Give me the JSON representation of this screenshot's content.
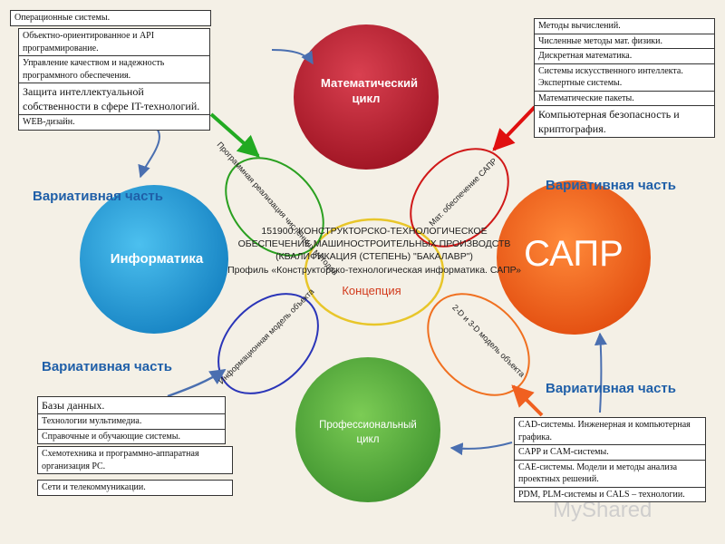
{
  "circles": {
    "math": "Математический цикл",
    "informatics": "Информатика",
    "sapr": "САПР",
    "professional": "Профессиональный цикл"
  },
  "ovals": {
    "software": "Программная реализация численных методов",
    "math_support": "Мат. обеспечение САПР",
    "info_model": "Информационная модель объекта",
    "model_2d3d": "2-D и 3-D модель объекта"
  },
  "center": {
    "line1": "151900. КОНСТРУКТОРСКО-ТЕХНОЛОГИЧЕСКОЕ",
    "line2": "ОБЕСПЕЧЕНИЕ МАШИНОСТРОИТЕЛЬНЫХ ПРОИЗВОДСТВ",
    "line3": "(КВАЛИФИКАЦИЯ (СТЕПЕНЬ) \"БАКАЛАВР\")",
    "line4": "Профиль «Конструкторско-технологическая информатика. САПР»",
    "concept": "Концепция"
  },
  "variative_label": "Вариативная часть",
  "boxes": {
    "os_header": "Операционные системы.",
    "top_left": [
      "Объектно-ориентированное и API программирование.",
      "Управление качеством и надежность программного обеспечения.",
      "Защита интеллектуальной собственности в сфере IT-технологий.",
      "WEB-дизайн."
    ],
    "top_right": [
      "Методы вычислений.",
      "Численные методы мат. физики.",
      "Дискретная математика.",
      "Системы искусственного интеллекта. Экспертные системы.",
      "Математические пакеты.",
      "Компьютерная безопасность и криптография."
    ],
    "bottom_left_a": [
      "Базы данных.",
      "Технологии мультимедиа.",
      "Справочные и обучающие системы."
    ],
    "bottom_left_b": "Схемотехника и программно-аппаратная организация PC.",
    "bottom_left_c": "Сети и телекоммуникации.",
    "bottom_right": [
      "CAD-системы. Инженерная и компьютерная графика.",
      "CAPP и CAM-системы.",
      "CAE-системы. Модели и методы анализа проектных решений.",
      "PDM, PLM-системы и CALS – технологии."
    ]
  },
  "watermark": "MyShared",
  "colors": {
    "math": "#b0182a",
    "informatics": "#1b9ad6",
    "sapr": "#f0601a",
    "professional": "#48a83a",
    "label": "#1f5fa8"
  }
}
